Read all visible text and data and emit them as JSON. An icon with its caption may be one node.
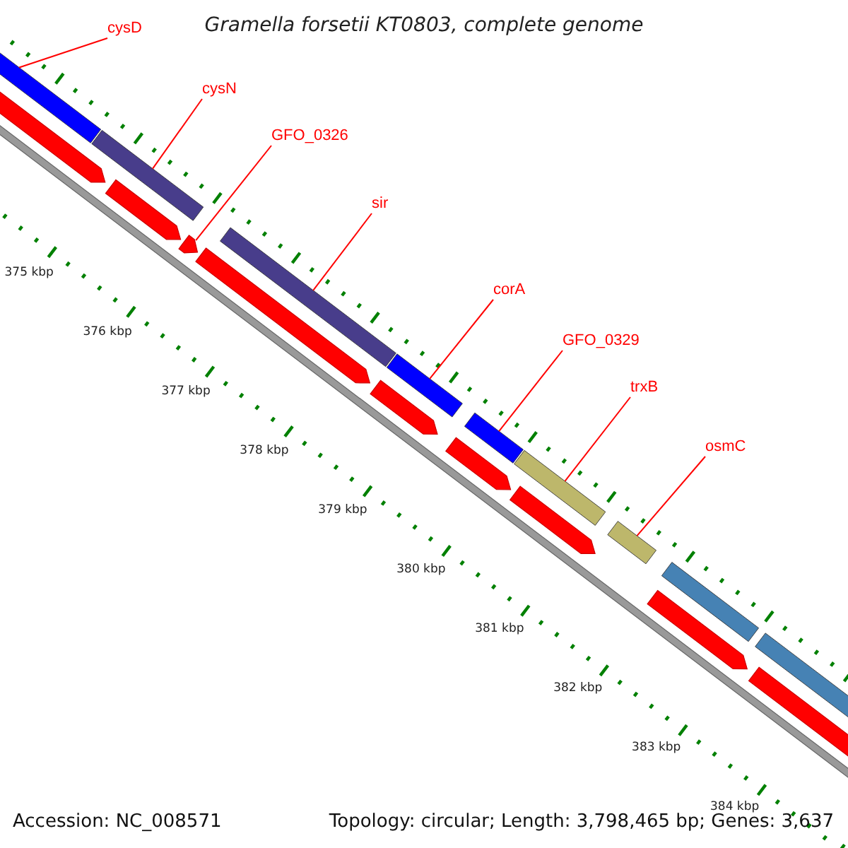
{
  "diagram": {
    "title": "Gramella forsetii KT0803, complete genome",
    "nodes": [
      {
        "text": [
          "cysD"
        ]
      },
      {
        "text": [
          "cysN"
        ]
      },
      {
        "text": [
          "GFO_0326"
        ]
      },
      {
        "text": [
          "sir"
        ]
      },
      {
        "text": [
          "corA"
        ]
      },
      {
        "text": [
          "GFO_0329"
        ]
      },
      {
        "text": [
          "trxB"
        ]
      },
      {
        "text": [
          "osmC"
        ]
      },
      {
        "text": [],
        "shape": "bar"
      },
      {
        "text": [],
        "shape": "bar"
      },
      {
        "text": [],
        "shape": "bar"
      },
      {
        "text": [],
        "shape": "bar"
      },
      {
        "text": [],
        "shape": "bar"
      },
      {
        "text": [],
        "shape": "bar"
      },
      {
        "text": [],
        "shape": "bar"
      },
      {
        "text": [],
        "shape": "bar"
      },
      {
        "text": [],
        "shape": "bar"
      },
      {
        "text": [],
        "shape": "bar"
      },
      {
        "text": [],
        "shape": "bar"
      },
      {
        "text": [],
        "shape": "bar"
      },
      {
        "text": [],
        "shape": "bar"
      },
      {
        "text": [],
        "shape": "bar"
      },
      {
        "text": [],
        "shape": "bar"
      },
      {
        "text": [],
        "shape": "bar"
      },
      {
        "text": [],
        "shape": "bar"
      },
      {
        "text": [],
        "shape": "bar"
      }
    ],
    "edges": [
      {
        "from": 0,
        "to": 8,
        "arrow": "none"
      },
      {
        "from": 1,
        "to": 9,
        "arrow": "none"
      },
      {
        "from": 2,
        "to": 10,
        "arrow": "none"
      },
      {
        "from": 3,
        "to": 11,
        "arrow": "none"
      },
      {
        "from": 4,
        "to": 12,
        "arrow": "none"
      },
      {
        "from": 5,
        "to": 13,
        "arrow": "none"
      },
      {
        "from": 6,
        "to": 14,
        "arrow": "none"
      },
      {
        "from": 7,
        "to": 15,
        "arrow": "none"
      }
    ],
    "labels": [
      "375 kbp",
      "376 kbp",
      "377 kbp",
      "378 kbp",
      "379 kbp",
      "380 kbp",
      "381 kbp",
      "382 kbp",
      "383 kbp",
      "384 kbp",
      "Accession: NC_008571",
      "Topology: circular; Length: 3,798,465 bp; Genes: 3,637"
    ]
  }
}
